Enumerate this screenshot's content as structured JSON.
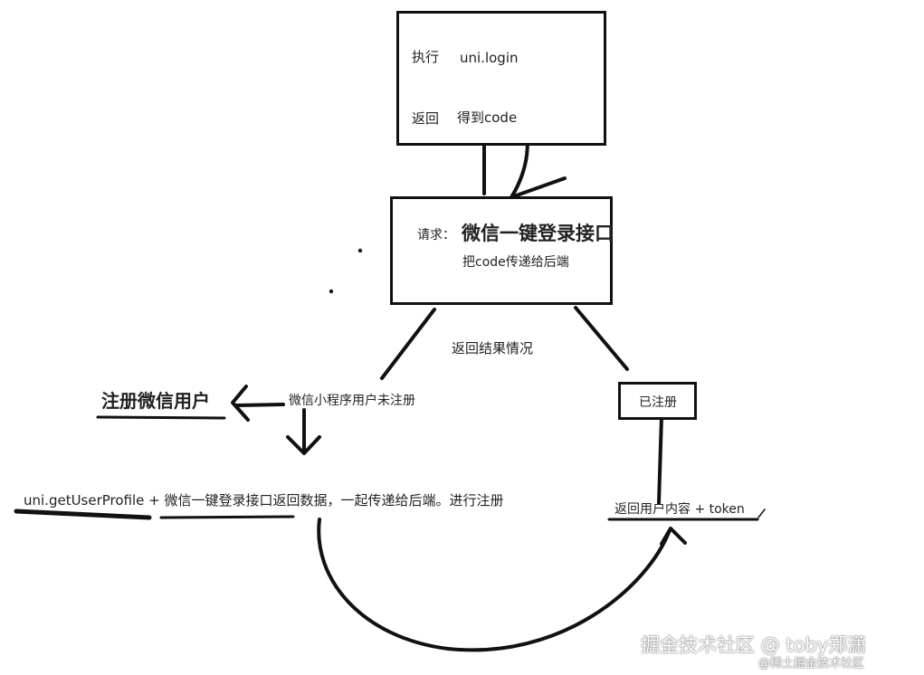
{
  "box_login": {
    "exec_label": "执行",
    "exec_value": "uni.login",
    "return_label": "返回",
    "return_value": "得到code"
  },
  "box_request": {
    "request_label": "请求：",
    "request_title": "微信一键登录接口",
    "request_desc": "把code传递给后端"
  },
  "result_label": "返回结果情况",
  "branch_unregistered": "微信小程序用户未注册",
  "register_title": "注册微信用户",
  "box_registered": {
    "label": "已注册"
  },
  "register_step": "uni.getUserProfile + 微信一键登录接口返回数据，一起传递给后端。进行注册",
  "return_step": "返回用户内容 + token",
  "watermark": {
    "main": "掘金技术社区 @ toby郑潇",
    "sub": "@稀土掘金技术社区"
  },
  "colors": {
    "ink": "#111111",
    "background": "#ffffff"
  }
}
